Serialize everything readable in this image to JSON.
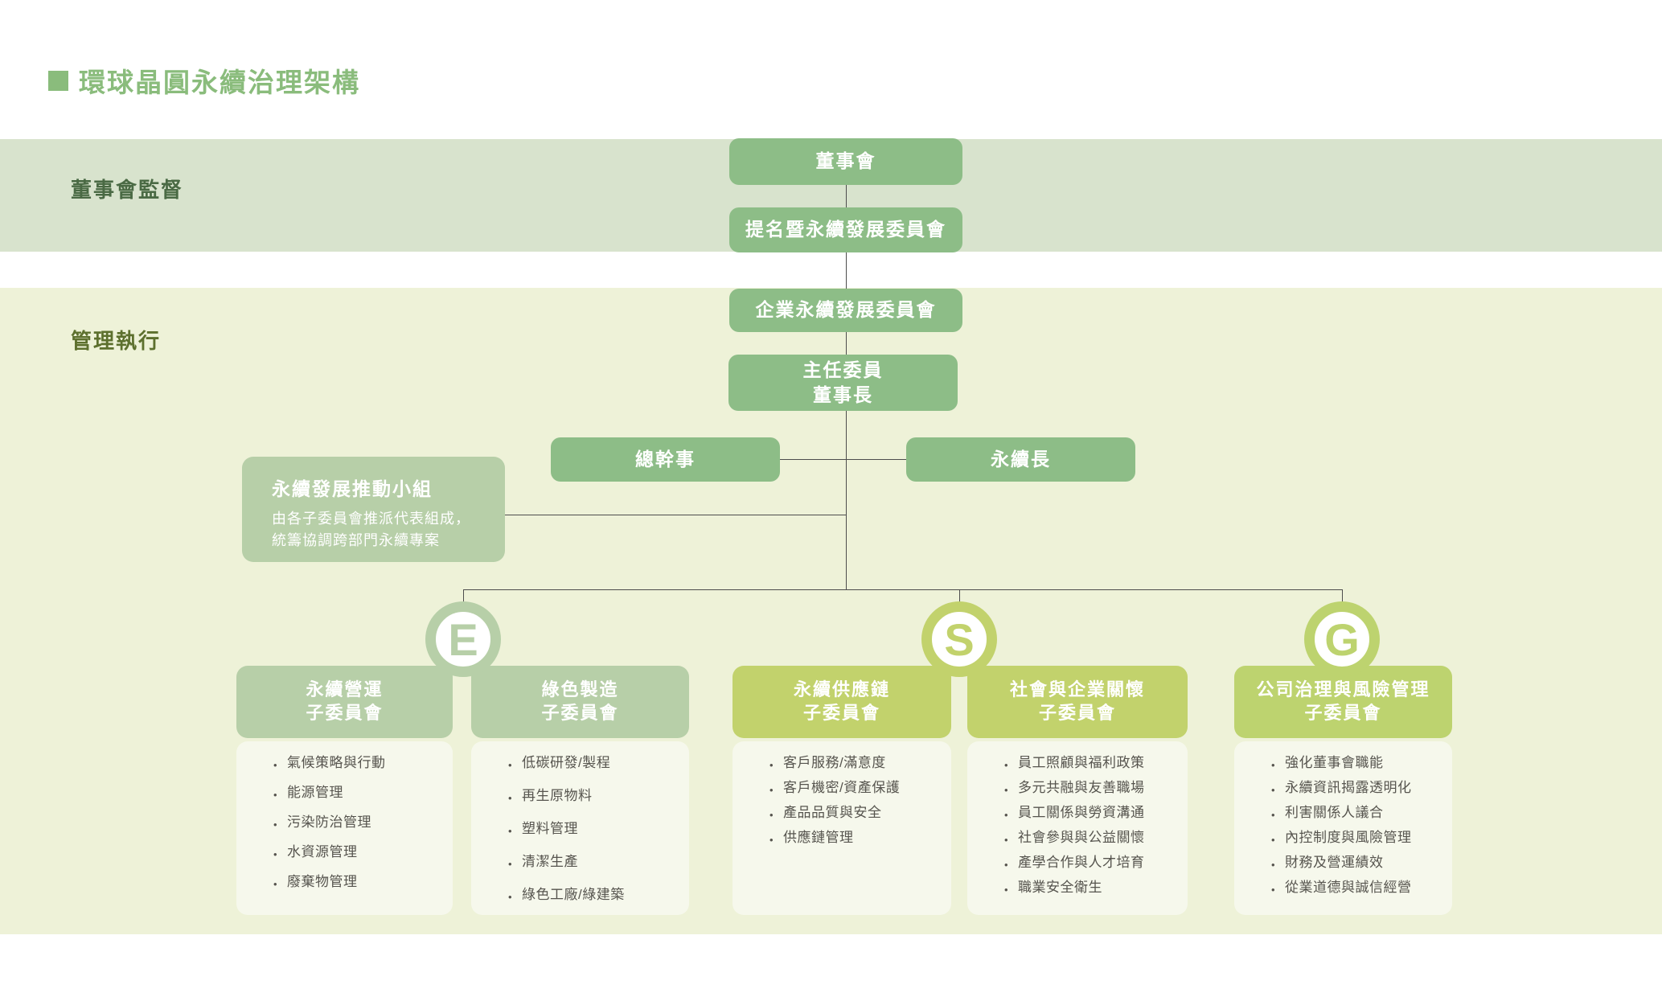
{
  "page": {
    "title": "環球晶圓永續治理架構"
  },
  "bands": [
    {
      "label": "董事會監督"
    },
    {
      "label": "管理執行"
    }
  ],
  "org": {
    "board": "董事會",
    "nomination_committee": "提名暨永續發展委員會",
    "csd_committee": "企業永續發展委員會",
    "chief_commissioner": "主任委員",
    "chairman": "董事長",
    "secretary_general": "總幹事",
    "cso": "永續長",
    "taskforce": {
      "title": "永續發展推動小組",
      "desc_line1": "由各子委員會推派代表組成，",
      "desc_line2": "統籌協調跨部門永續專案"
    }
  },
  "esg_badges": [
    {
      "letter": "E"
    },
    {
      "letter": "S"
    },
    {
      "letter": "G"
    }
  ],
  "committees": [
    {
      "group": "E",
      "title_line1": "永續營運",
      "title_line2": "子委員會",
      "items": [
        "氣候策略與行動",
        "能源管理",
        "污染防治管理",
        "水資源管理",
        "廢棄物管理"
      ]
    },
    {
      "group": "E",
      "title_line1": "綠色製造",
      "title_line2": "子委員會",
      "items": [
        "低碳研發/製程",
        "再生原物料",
        "塑料管理",
        "清潔生產",
        "綠色工廠/綠建築"
      ]
    },
    {
      "group": "S",
      "title_line1": "永續供應鏈",
      "title_line2": "子委員會",
      "items": [
        "客戶服務/滿意度",
        "客戶機密/資產保護",
        "產品品質與安全",
        "供應鏈管理"
      ]
    },
    {
      "group": "S",
      "title_line1": "社會與企業關懷",
      "title_line2": "子委員會",
      "items": [
        "員工照顧與福利政策",
        "多元共融與友善職場",
        "員工關係與勞資溝通",
        "社會參與與公益關懷",
        "產學合作與人才培育",
        "職業安全衛生"
      ]
    },
    {
      "group": "G",
      "title_line1": "公司治理與風險管理",
      "title_line2": "子委員會",
      "items": [
        "強化董事會職能",
        "永續資訊揭露透明化",
        "利害關係人議合",
        "內控制度與風險管理",
        "財務及營運績效",
        "從業道德與誠信經營"
      ]
    }
  ],
  "colors": {
    "accent_green": "#8dbd87",
    "sage_green": "#b7cfa8",
    "yellow_green": "#c2d26c",
    "governance_green": "#bdd36f",
    "band_supervision_bg": "#d8e3cd",
    "band_execution_bg": "#eef2d8",
    "card_body_bg": "#f6f8ec",
    "title_green": "#8abc7c",
    "label_supervision": "#4a6a44",
    "label_execution": "#5d702e",
    "connector": "#4d4d4d",
    "bullet_text": "#56544e"
  }
}
